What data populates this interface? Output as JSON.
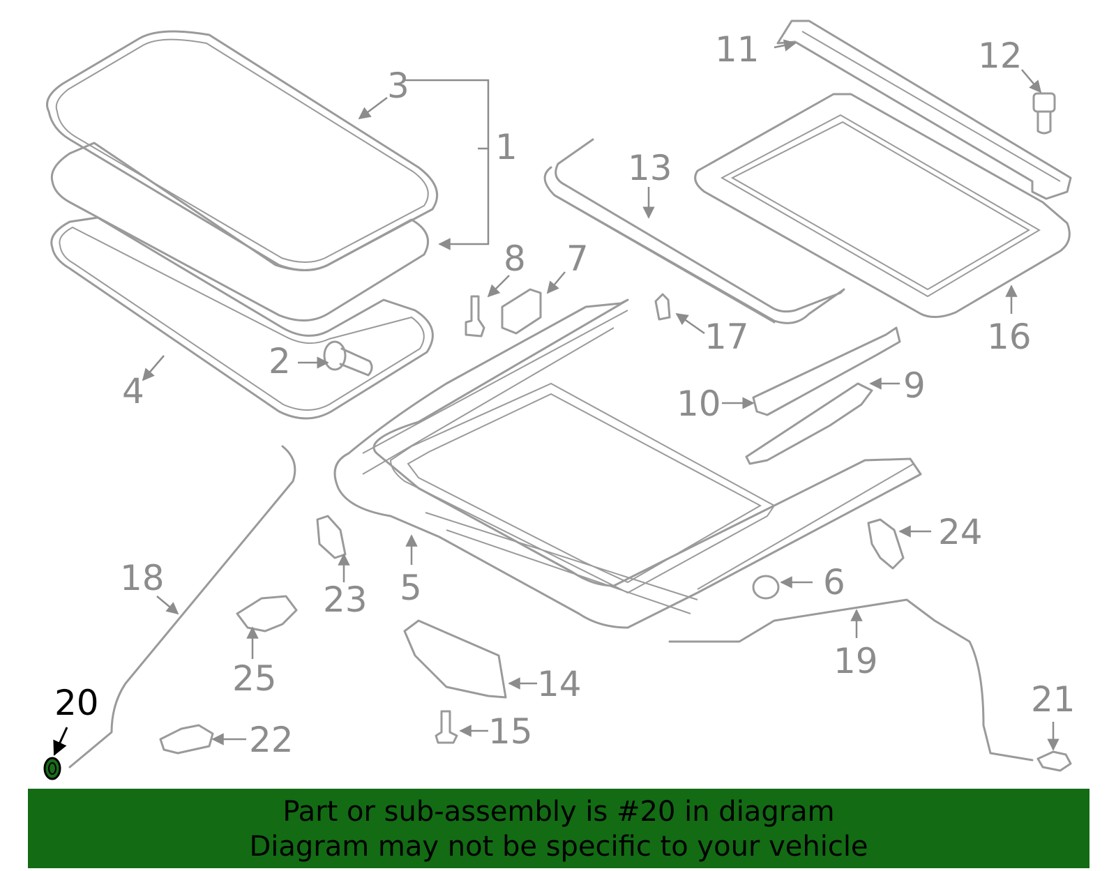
{
  "callouts": {
    "c1": "1",
    "c2": "2",
    "c3": "3",
    "c4": "4",
    "c5": "5",
    "c6": "6",
    "c7": "7",
    "c8": "8",
    "c9": "9",
    "c10": "10",
    "c11": "11",
    "c12": "12",
    "c13": "13",
    "c14": "14",
    "c15": "15",
    "c16": "16",
    "c17": "17",
    "c18": "18",
    "c19": "19",
    "c20": "20",
    "c21": "21",
    "c22": "22",
    "c23": "23",
    "c24": "24",
    "c25": "25"
  },
  "highlighted_part": "20",
  "banner": {
    "line1": "Part or sub-assembly is #20 in diagram",
    "line2": "Diagram may not be specific to your vehicle"
  },
  "colors": {
    "line": "#9a9a9a",
    "highlight": "#000000",
    "banner": "#136b14",
    "part_fill": "#1a6b1a"
  }
}
